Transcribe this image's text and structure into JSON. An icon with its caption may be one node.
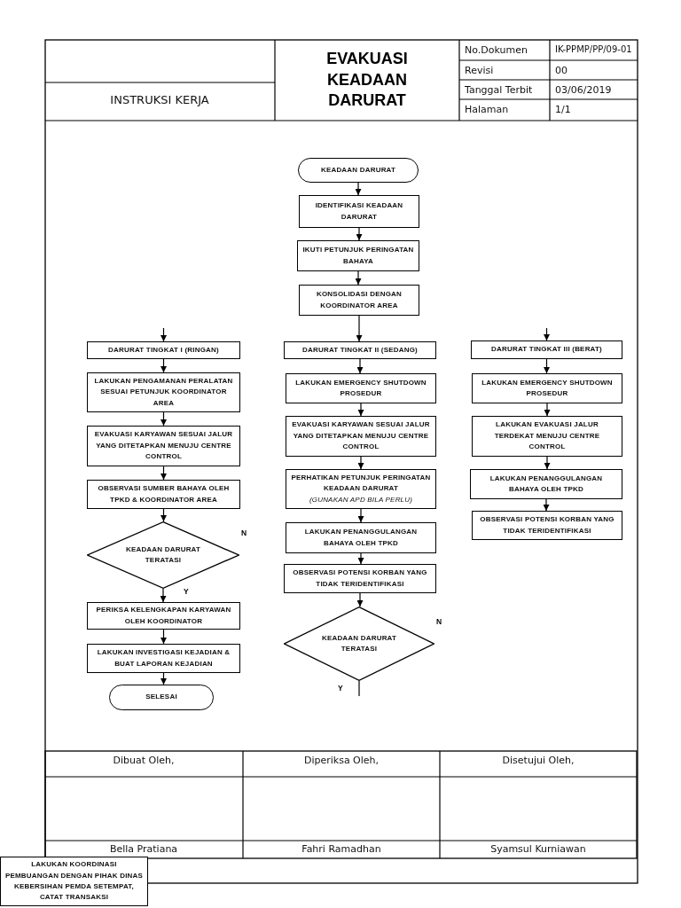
{
  "diagram": {
    "title": "EVAKUASI KEADAAN DARURAT",
    "nodes": [
      {
        "text": [
          "KEADAAN DARURAT"
        ]
      },
      {
        "text": [
          "IDENTIFIKASI KEADAAN DARURAT"
        ]
      },
      {
        "text": [
          "IKUTI PETUNJUK PERINGATAN BAHAYA"
        ]
      },
      {
        "text": [
          "KONSOLIDASI DENGAN KOORDINATOR AREA"
        ]
      },
      {
        "text": [
          "DARURAT TINGKAT I (RINGAN)"
        ]
      },
      {
        "text": [
          "LAKUKAN PENGAMANAN PERALATAN SESUAI PETUNJUK KOORDINATOR AREA"
        ]
      },
      {
        "text": [
          "EVAKUASI KARYAWAN SESUAI JALUR YANG DITETAPKAN MENUJU CENTRE CONTROL"
        ]
      },
      {
        "text": [
          "OBSERVASI SUMBER BAHAYA OLEH TPKD & KOORDINATOR AREA"
        ]
      },
      {
        "text": [
          "KEADAAN DARURAT TERATASI"
        ],
        "beside": [
          "N"
        ]
      },
      {
        "text": [
          "PERIKSA KELENGKAPAN KARYAWAN OLEH KOORDINATOR"
        ]
      },
      {
        "text": [
          "LAKUKAN INVESTIGASI KEJADIAN & BUAT LAPORAN KEJADIAN"
        ]
      },
      {
        "text": [
          "SELESAI"
        ]
      },
      {
        "text": [
          "DARURAT TINGKAT II (SEDANG)"
        ]
      },
      {
        "text": [
          "LAKUKAN EMERGENCY SHUTDOWN PROSEDUR"
        ]
      },
      {
        "text": [
          "EVAKUASI KARYAWAN SESUAI JALUR YANG DITETAPKAN MENUJU CENTRE CONTROL"
        ]
      },
      {
        "text": [
          "PERHATIKAN PETUNJUK PERINGATAN KEADAAN DARURAT",
          "(GUNAKAN APD BILA PERLU)"
        ]
      },
      {
        "text": [
          "LAKUKAN PENANGGULANGAN BAHAYA OLEH TPKD"
        ]
      },
      {
        "text": [
          "OBSERVASI POTENSI KORBAN YANG TIDAK TERIDENTIFIKASI"
        ]
      },
      {
        "text": [
          "KEADAAN DARURAT TERATASI"
        ],
        "beside": [
          "N"
        ]
      },
      {
        "text": [
          "DARURAT TINGKAT III (BERAT)"
        ]
      },
      {
        "text": [
          "LAKUKAN EMERGENCY SHUTDOWN PROSEDUR"
        ]
      },
      {
        "text": [
          "LAKUKAN EVAKUASI JALUR TERDEKAT MENUJU CENTRE CONTROL"
        ]
      },
      {
        "text": [
          "LAKUKAN PENANGGULANGAN BAHAYA OLEH TPKD"
        ]
      },
      {
        "text": [
          "OBSERVASI POTENSI KORBAN YANG TIDAK TERIDENTIFIKASI"
        ]
      },
      {
        "text": [
          "LAKUKAN KOORDINASI PEMBUANGAN DENGAN PIHAK DINAS KEBERSIHAN PEMDA SETEMPAT, CATAT TRANSAKSI"
        ]
      }
    ],
    "edges": [
      {
        "from": 0,
        "to": 1,
        "arrow": "to"
      },
      {
        "from": 1,
        "to": 2,
        "arrow": "to"
      },
      {
        "from": 2,
        "to": 3,
        "arrow": "to"
      },
      {
        "from": 3,
        "to": 12,
        "arrow": "to"
      },
      {
        "from": null,
        "to": 4,
        "arrow": "to"
      },
      {
        "from": null,
        "to": 19,
        "arrow": "to"
      },
      {
        "from": 4,
        "to": 5,
        "arrow": "to"
      },
      {
        "from": 5,
        "to": 6,
        "arrow": "to"
      },
      {
        "from": 6,
        "to": 7,
        "arrow": "to"
      },
      {
        "from": 7,
        "to": 8,
        "arrow": "to"
      },
      {
        "from": 8,
        "to": 9,
        "arrow": "to",
        "label": "Y"
      },
      {
        "from": 9,
        "to": 10,
        "arrow": "to"
      },
      {
        "from": 10,
        "to": 11,
        "arrow": "to"
      },
      {
        "from": 12,
        "to": 13,
        "arrow": "to"
      },
      {
        "from": 13,
        "to": 14,
        "arrow": "to"
      },
      {
        "from": 14,
        "to": 15,
        "arrow": "to"
      },
      {
        "from": 15,
        "to": 16,
        "arrow": "to"
      },
      {
        "from": 16,
        "to": 17,
        "arrow": "to"
      },
      {
        "from": 17,
        "to": 18,
        "arrow": "to"
      },
      {
        "from": 18,
        "to": null,
        "arrow": "none",
        "label": "Y"
      },
      {
        "from": 19,
        "to": 20,
        "arrow": "to"
      },
      {
        "from": 20,
        "to": 21,
        "arrow": "to"
      },
      {
        "from": 21,
        "to": 22,
        "arrow": "to"
      },
      {
        "from": 22,
        "to": 23,
        "arrow": "to"
      }
    ],
    "labels": [
      "INSTRUKSI KERJA",
      "No.Dokumen",
      "IK-PPMP/PP/09-01",
      "Revisi",
      "00",
      "Tanggal Terbit",
      "03/06/2019",
      "Halaman",
      "1/1",
      "Dibuat Oleh,",
      "Diperiksa Oleh,",
      "Disetujui Oleh,",
      "Bella Pratiana",
      "Fahri Ramadhan",
      "Syamsul Kurniawan"
    ]
  }
}
